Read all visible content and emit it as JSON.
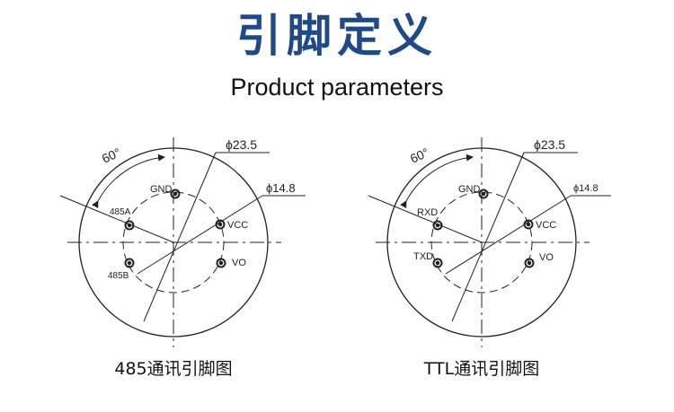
{
  "header": {
    "title": "引脚定义",
    "subtitle": "Product parameters"
  },
  "diagrams": [
    {
      "caption": "485通讯引脚图",
      "angle_label": "60°",
      "outer_diameter": "ϕ23.5",
      "inner_diameter": "ϕ14.8",
      "pins": [
        "GND",
        "VCC",
        "VO",
        "485B",
        "485A"
      ]
    },
    {
      "caption": "TTL通讯引脚图",
      "angle_label": "60°",
      "outer_diameter": "ϕ23.5",
      "inner_diameter": "ϕ14.8",
      "pins": [
        "GND",
        "VCC",
        "VO",
        "TXD",
        "RXD"
      ]
    }
  ]
}
